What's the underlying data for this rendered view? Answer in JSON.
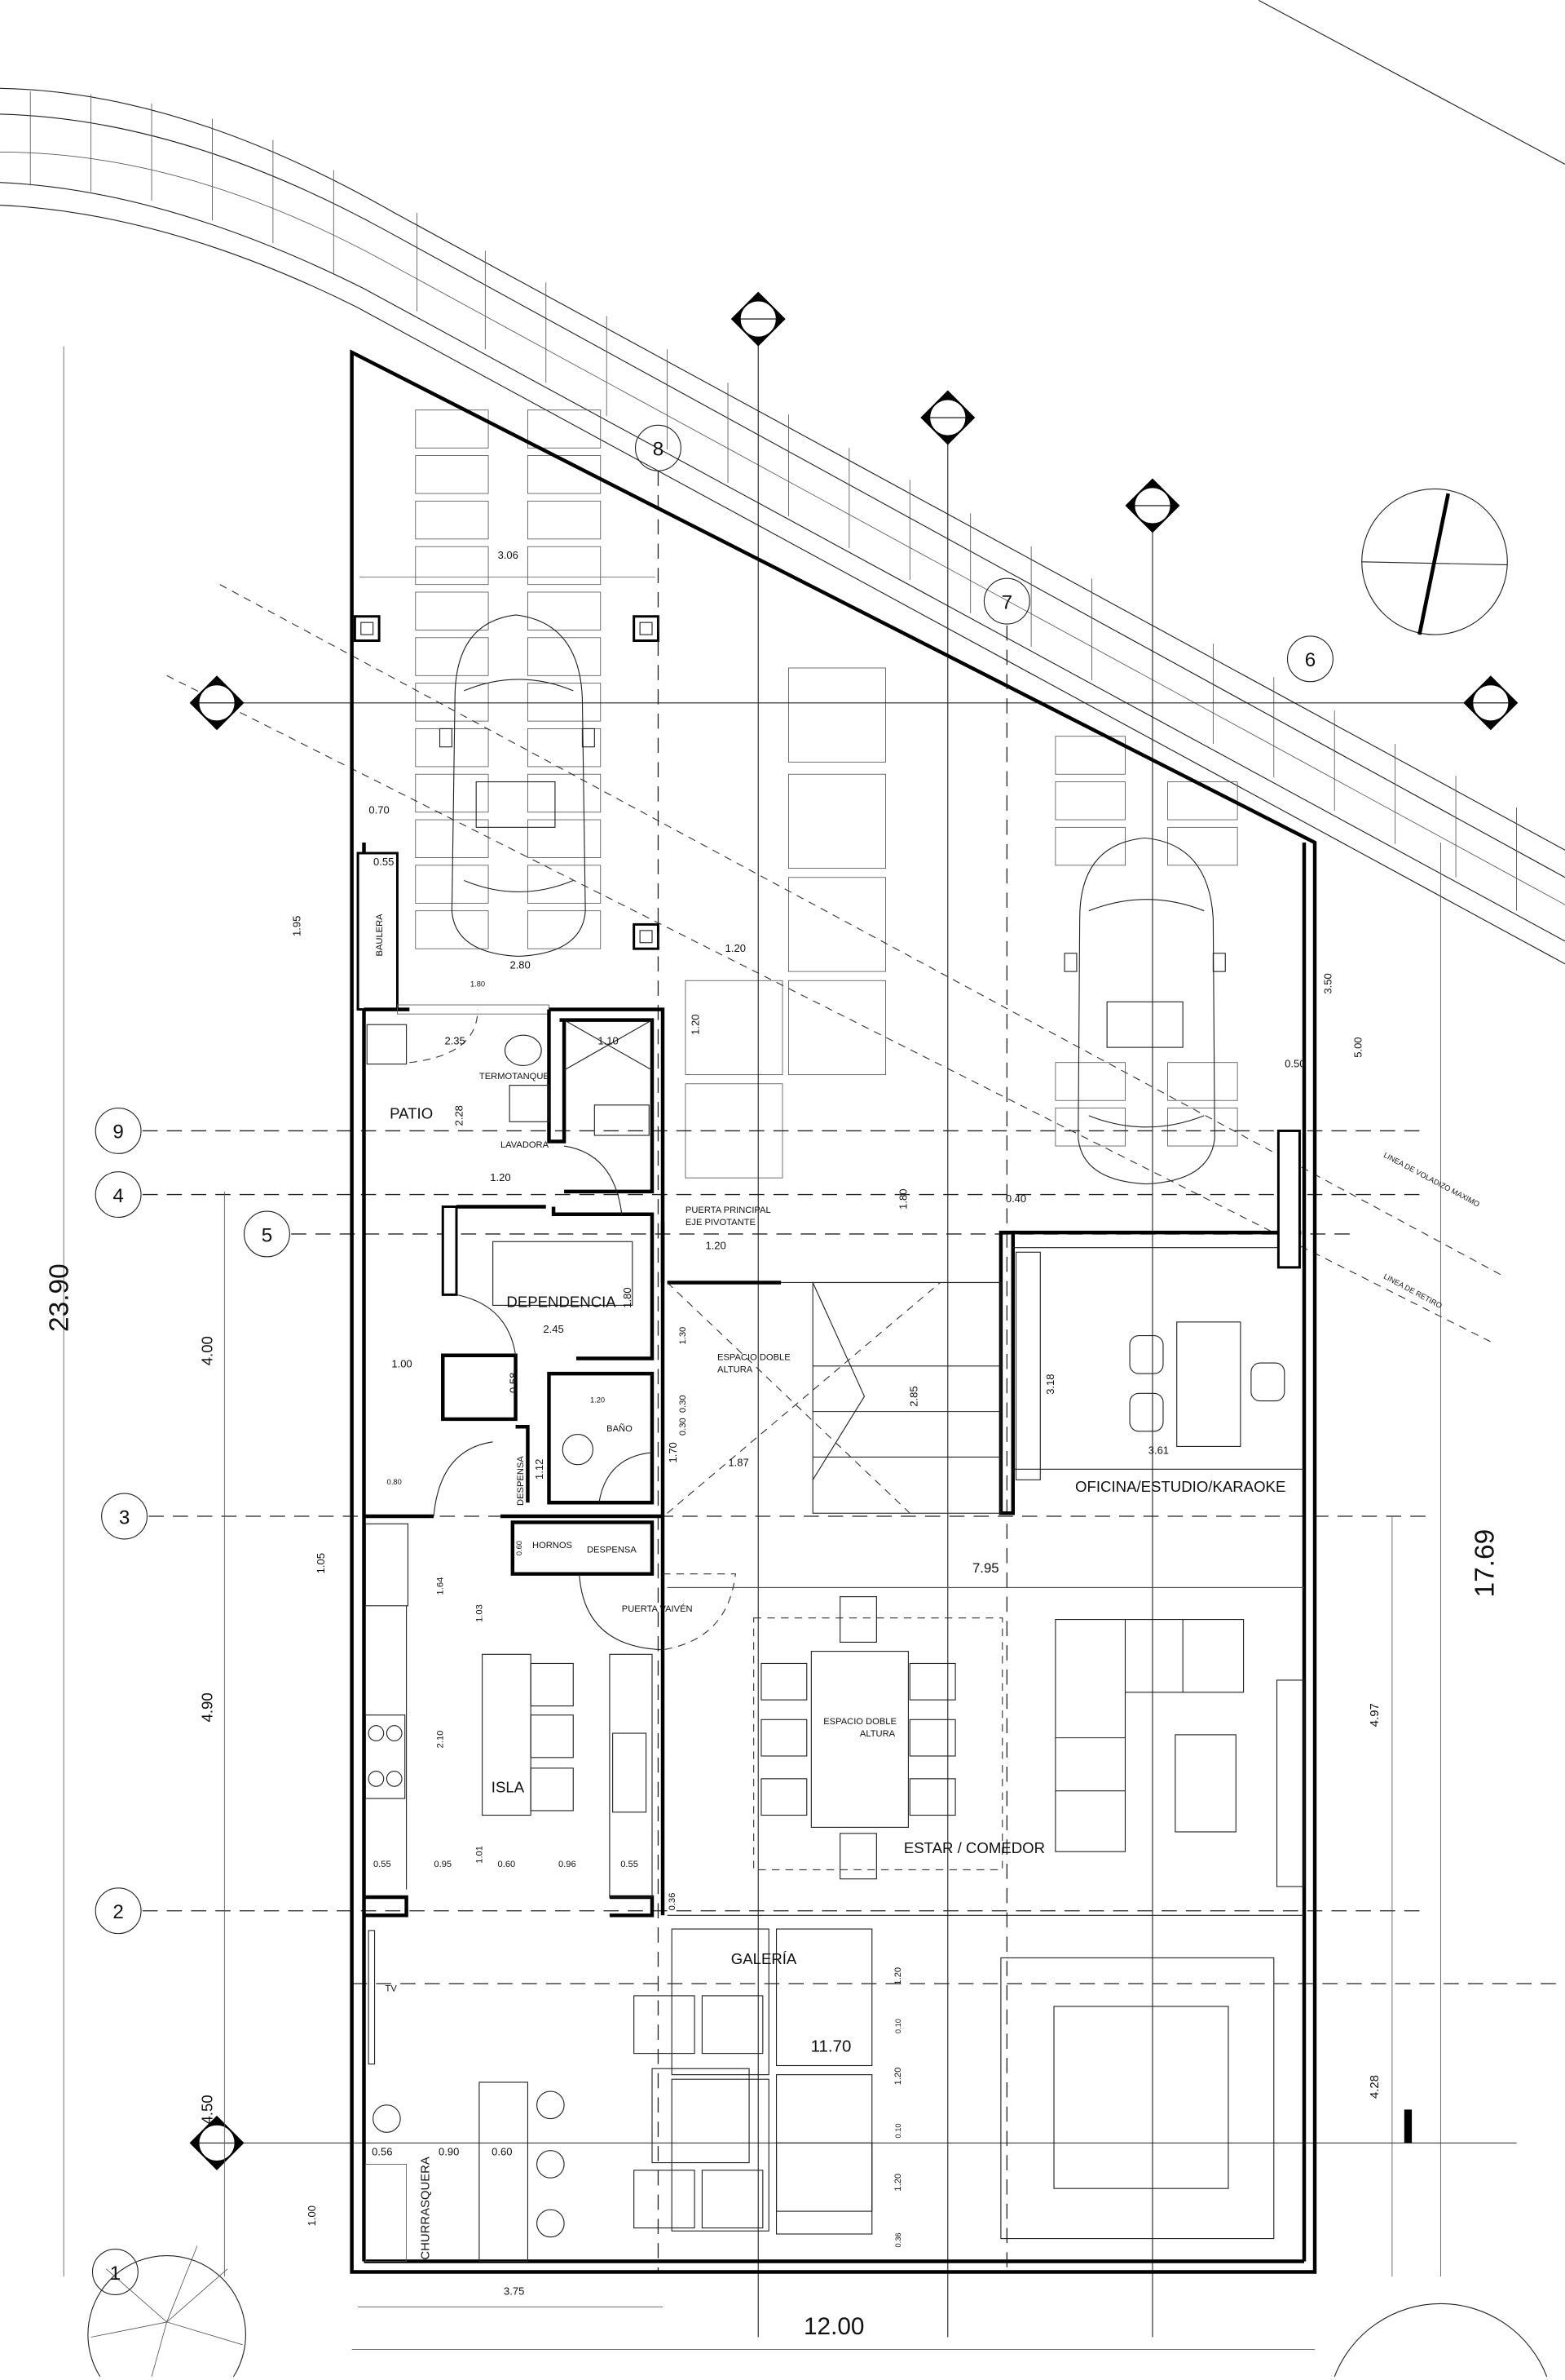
{
  "rooms": {
    "patio": "PATIO",
    "termotanque": "TERMOTANQUE",
    "lavadora": "LAVADORA",
    "dependencia": "DEPENDENCIA",
    "bano": "BAÑO",
    "despensa_1": "DESPENSA",
    "hornos": "HORNOS",
    "despensa_2": "DESPENSA",
    "puerta_vaiven": "PUERTA VAIVÉN",
    "isla": "ISLA",
    "estar_comedor": "ESTAR / COMEDOR",
    "oficina": "OFICINA/ESTUDIO/KARAOKE",
    "galeria": "GALERÍA",
    "tv": "TV",
    "churrasquera": "CHURRASQUERA",
    "baulera": "BAULERA"
  },
  "notes": {
    "puerta_principal_1": "PUERTA PRINCIPAL",
    "puerta_principal_2": "EJE PIVOTANTE",
    "doble_altura_1": "ESPACIO DOBLE",
    "doble_altura_2": "ALTURA",
    "linea_voladizo": "LINEA DE VOLADIZO MAXIMO",
    "linea_retiro": "LINEA DE RETIRO"
  },
  "grid_axes": {
    "a1": "1",
    "a2": "2",
    "a3": "3",
    "a4": "4",
    "a5": "5",
    "a6": "6",
    "a7": "7",
    "a8": "8",
    "a9": "9"
  },
  "dims": [
    "3.06",
    "0.70",
    "0.55",
    "1.95",
    "2.80",
    "1.80",
    "1.20",
    "1.20",
    "2.35",
    "2.28",
    "1.10",
    "1.20",
    "1.80",
    "2.45",
    "1.00",
    "0.58",
    "1.20",
    "1.12",
    "0.80",
    "0.60",
    "1.30",
    "0.30",
    "0.30",
    "1.70",
    "1.87",
    "1.20",
    "1.80",
    "0.40",
    "2.85",
    "3.18",
    "3.61",
    "0.50",
    "3.50",
    "5.00",
    "7.95",
    "1.05",
    "1.64",
    "1.03",
    "2.10",
    "0.55",
    "0.95",
    "1.01",
    "0.60",
    "0.96",
    "0.55",
    "0.36",
    "1.20",
    "0.10",
    "1.20",
    "0.10",
    "1.20",
    "0.36",
    "11.70",
    "0.56",
    "0.90",
    "0.60",
    "1.00",
    "3.75",
    "12.00",
    "23.90",
    "17.69",
    "4.00",
    "4.90",
    "4.50",
    "4.97",
    "4.28"
  ]
}
